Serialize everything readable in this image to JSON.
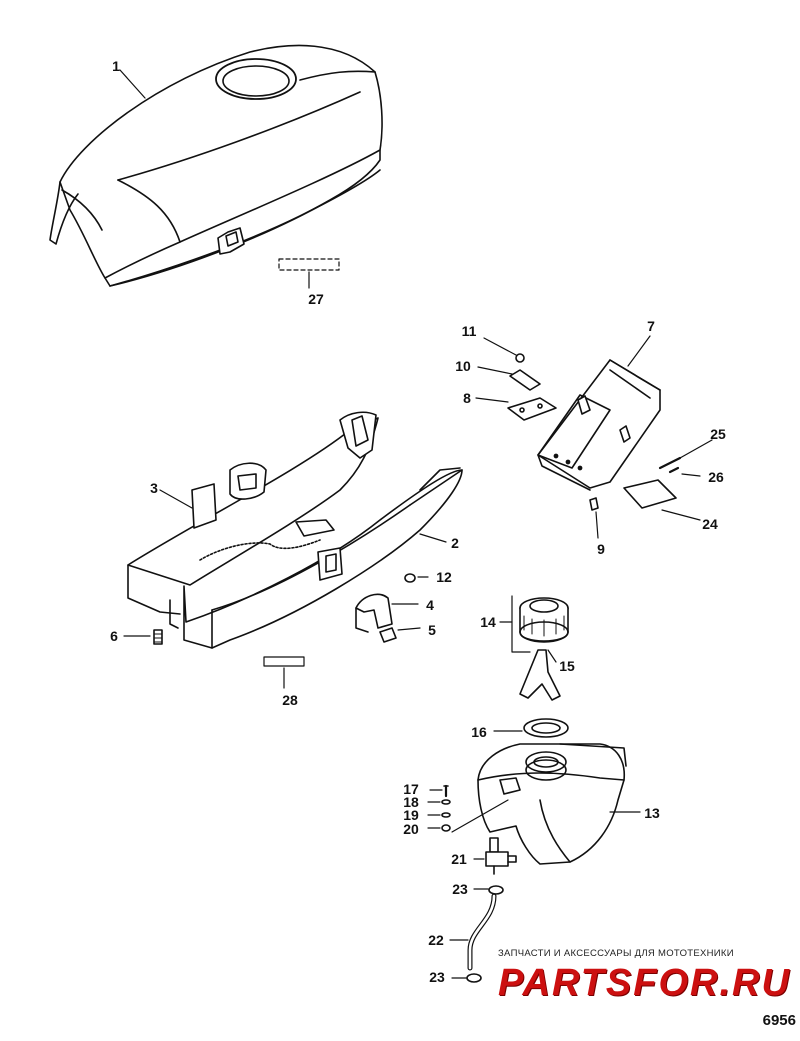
{
  "diagram": {
    "figure_id": "6956",
    "callouts": [
      "1",
      "2",
      "3",
      "4",
      "5",
      "6",
      "7",
      "8",
      "9",
      "10",
      "11",
      "12",
      "13",
      "14",
      "15",
      "16",
      "17",
      "18",
      "19",
      "20",
      "21",
      "22",
      "23",
      "23",
      "24",
      "25",
      "26",
      "27",
      "28"
    ],
    "parts": [
      "top-cowl",
      "lower-tray",
      "lower-pan",
      "clamp",
      "clamp-screw",
      "tray-screw",
      "bracket",
      "plate",
      "bracket-screw",
      "strap",
      "nut",
      "grommet",
      "fuel-tank",
      "fuel-cap-assembly",
      "cap-tether",
      "tank-seal",
      "tank-screw",
      "tank-washer",
      "tank-lockwasher",
      "tank-nut",
      "fuel-valve",
      "fuel-line",
      "hose-clamp-top",
      "hose-clamp-bottom",
      "pad",
      "pin",
      "pin-spring",
      "decal",
      "label"
    ]
  },
  "watermark": {
    "subtitle": "ЗАПЧАСТИ И АКСЕССУАРЫ ДЛЯ МОТОТЕХНИКИ",
    "brand": "PARTSFOR.RU",
    "color": "#cc1010"
  }
}
